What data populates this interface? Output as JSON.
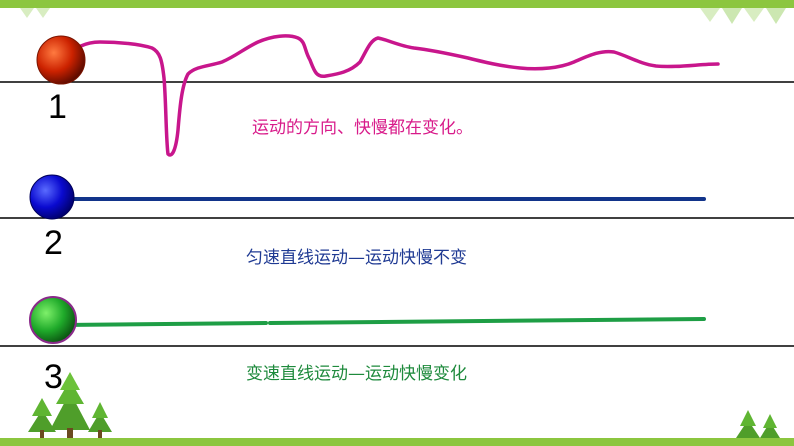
{
  "colors": {
    "frame_green": "#8cc63f",
    "path_magenta": "#c8168c",
    "path_blue": "#12348a",
    "path_green": "#1e9e45",
    "ball_red": "#cc2200",
    "ball_blue": "#0a0ad0",
    "ball_green": "#1faa2a",
    "caption_magenta": "#d81b8a",
    "caption_blue": "#1f3a93",
    "caption_green": "#1e8a3c"
  },
  "rows": [
    {
      "number": "1",
      "caption": "运动的方向、快慢都在变化。",
      "ball_icon": "red-ball-icon",
      "path": "curved"
    },
    {
      "number": "2",
      "caption": "匀速直线运动—运动快慢不变",
      "ball_icon": "blue-ball-icon",
      "path": "straight"
    },
    {
      "number": "3",
      "caption": "变速直线运动—运动快慢变化",
      "ball_icon": "green-ball-icon",
      "path": "straight-broken"
    }
  ],
  "decorations": [
    "pine-tree-icon",
    "pine-tree-icon",
    "pine-tree-icon"
  ]
}
